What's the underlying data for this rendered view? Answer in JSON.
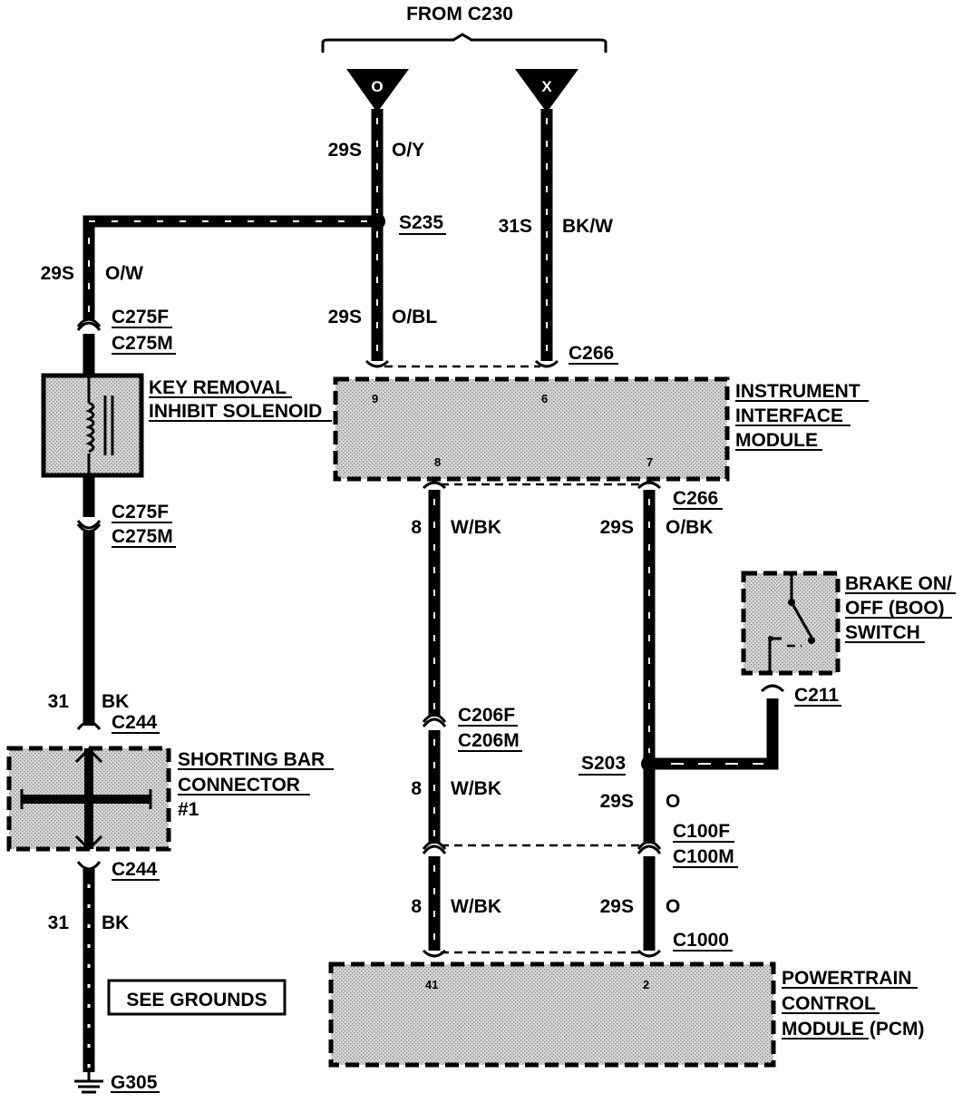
{
  "header": {
    "from_label": "FROM C230"
  },
  "terminals": {
    "left": "O",
    "right": "X"
  },
  "circuits": {
    "c29s_oy": {
      "num": "29S",
      "color": "O/Y"
    },
    "c31s_bkw": {
      "num": "31S",
      "color": "BK/W"
    },
    "c29s_ow": {
      "num": "29S",
      "color": "O/W"
    },
    "c29s_obl": {
      "num": "29S",
      "color": "O/BL"
    },
    "c8_wbk_a": {
      "num": "8",
      "color": "W/BK"
    },
    "c29s_obk": {
      "num": "29S",
      "color": "O/BK"
    },
    "c31_bk_a": {
      "num": "31",
      "color": "BK"
    },
    "c8_wbk_b": {
      "num": "8",
      "color": "W/BK"
    },
    "c29s_o_a": {
      "num": "29S",
      "color": "O"
    },
    "c8_wbk_c": {
      "num": "8",
      "color": "W/BK"
    },
    "c29s_o_b": {
      "num": "29S",
      "color": "O"
    },
    "c31_bk_b": {
      "num": "31",
      "color": "BK"
    }
  },
  "splices": {
    "s235": "S235",
    "s203": "S203"
  },
  "connectors": {
    "c275f_top": "C275F",
    "c275m_top": "C275M",
    "c275f_bot": "C275F",
    "c275m_bot": "C275M",
    "c266_top": "C266",
    "c266_bot": "C266",
    "c244_top": "C244",
    "c244_bot": "C244",
    "c206f": "C206F",
    "c206m": "C206M",
    "c211": "C211",
    "c100f": "C100F",
    "c100m": "C100M",
    "c1000": "C1000"
  },
  "components": {
    "key_removal": {
      "line1": "KEY REMOVAL",
      "line2": "INHIBIT SOLENOID"
    },
    "instrument": {
      "line1": "INSTRUMENT",
      "line2": "INTERFACE",
      "line3": "MODULE"
    },
    "brake": {
      "line1": "BRAKE ON/",
      "line2": "OFF (BOO)",
      "line3": "SWITCH"
    },
    "shorting": {
      "line1": "SHORTING BAR",
      "line2": "CONNECTOR",
      "line3": "#1"
    },
    "pcm": {
      "line1": "POWERTRAIN",
      "line2": "CONTROL",
      "line3": "MODULE (PCM)"
    }
  },
  "pins": {
    "iim_9": "9",
    "iim_6": "6",
    "iim_8": "8",
    "iim_7": "7",
    "pcm_41": "41",
    "pcm_2": "2"
  },
  "see_grounds": "SEE GROUNDS",
  "ground": "G305"
}
